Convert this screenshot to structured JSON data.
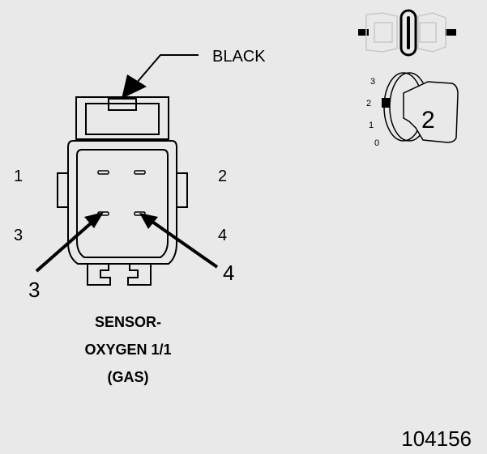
{
  "connector": {
    "color_label": "BLACK",
    "pins": {
      "pin1": "1",
      "pin2": "2",
      "pin3": "3",
      "pin4": "4"
    },
    "callouts": {
      "pin3": "3",
      "pin4": "4"
    }
  },
  "caption": {
    "line1": "SENSOR-",
    "line2": "OXYGEN 1/1",
    "line3": "(GAS)"
  },
  "ignition_key": {
    "positions": {
      "p3": "3",
      "p2": "2",
      "p1": "1",
      "p0": "0"
    },
    "selected_label": "2"
  },
  "figure_id": "104156",
  "colors": {
    "background": "#e9e9e9",
    "ink": "#000000",
    "faded": "#c8c8c8"
  }
}
